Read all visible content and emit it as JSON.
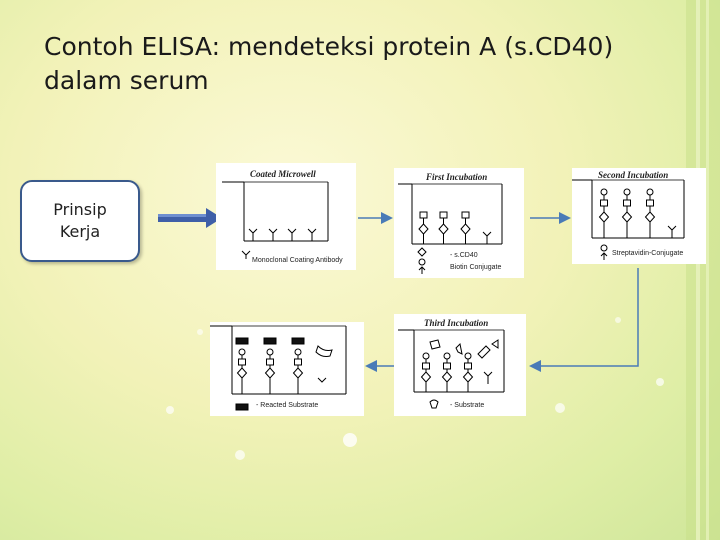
{
  "slide": {
    "title": "Contoh ELISA: mendeteksi protein A (s.CD40) dalam serum",
    "box_label": "Prinsip\nKerja"
  },
  "panels": {
    "coated": {
      "title": "Coated Microwell",
      "legend": "Monoclonal Coating Antibody"
    },
    "first": {
      "title": "First Incubation",
      "legend_1": "- s.CD40",
      "legend_2": "Biotin Conjugate"
    },
    "second": {
      "title": "Second Incubation",
      "legend": "Streptavidin-Conjugate"
    },
    "third": {
      "title": "Third Incubation",
      "legend": "- Substrate"
    },
    "reacted": {
      "legend": "- Reacted Substrate"
    }
  },
  "colors": {
    "arrow": "#4a7bb7",
    "box_border": "#3a5a8c",
    "big_arrow": "#3f5fa8"
  }
}
